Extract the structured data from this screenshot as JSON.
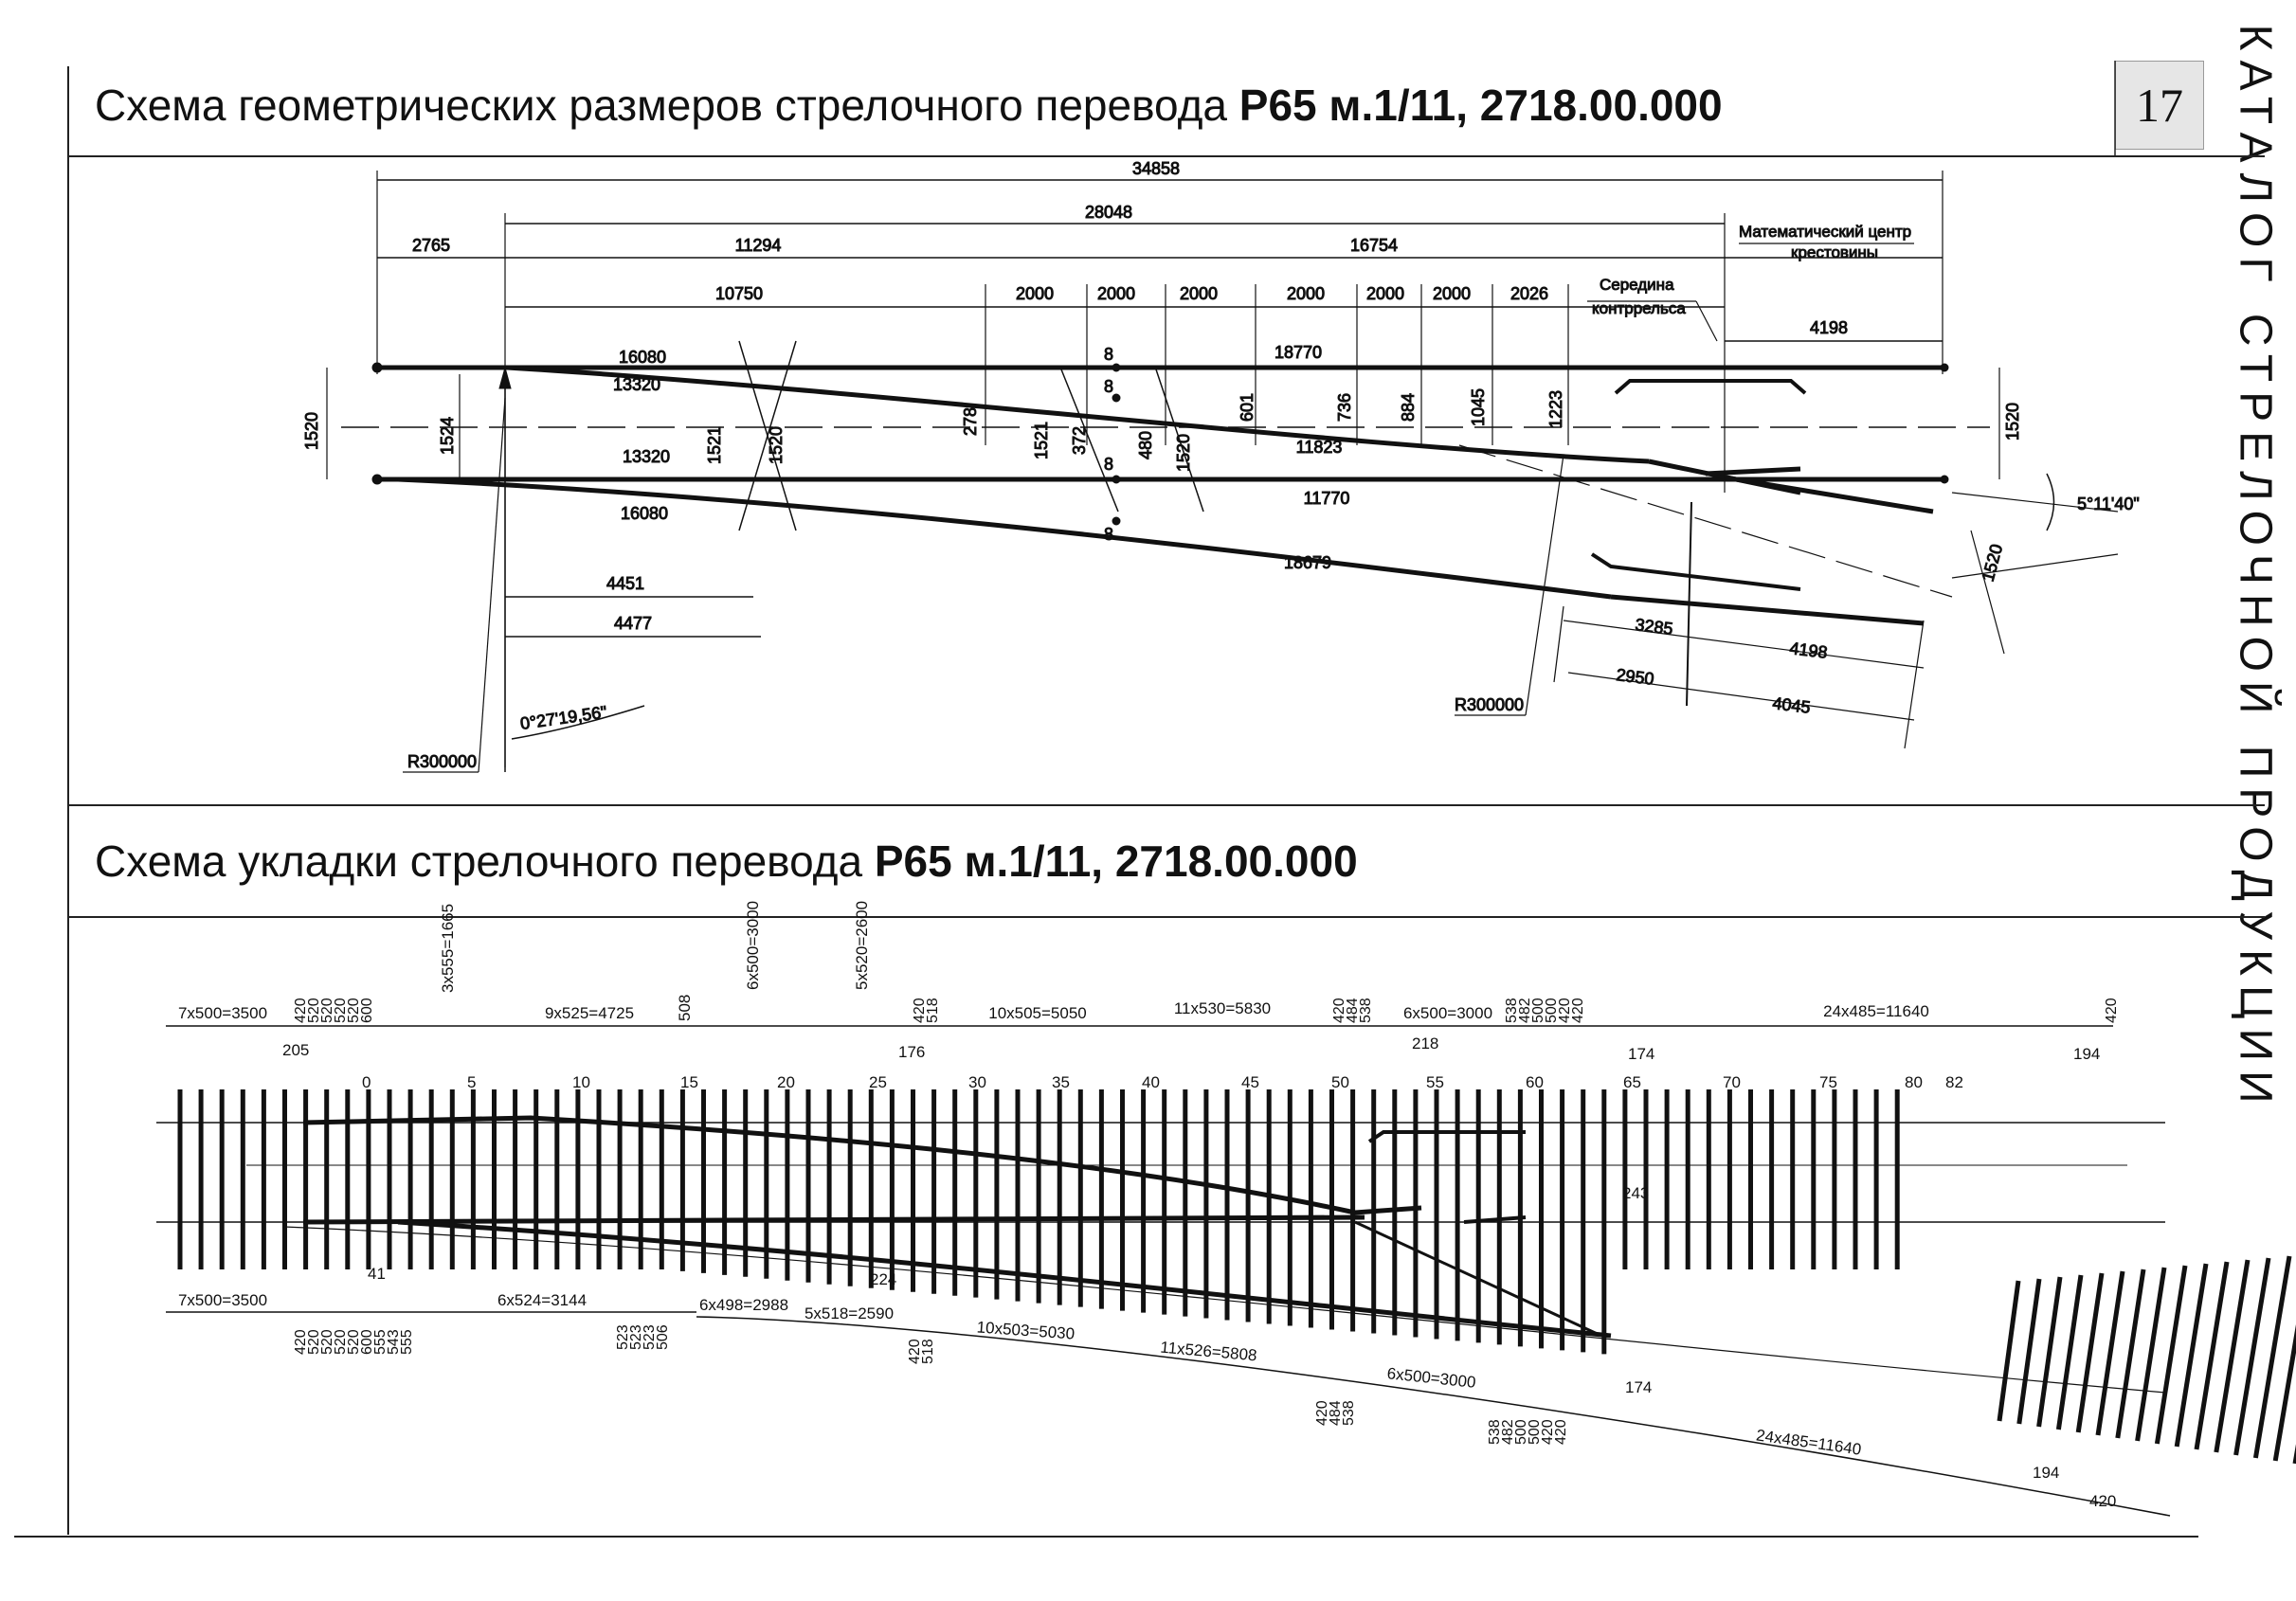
{
  "header": {
    "title_top_plain": "Схема геометрических размеров стрелочного перевода ",
    "title_top_bold": "Р65 м.1/11,  2718.00.000",
    "title_bottom_plain": "Схема укладки стрелочного перевода ",
    "title_bottom_bold": "Р65 м.1/11,  2718.00.000",
    "page_number": "17",
    "side_text": "КАТАЛОГ СТРЕЛОЧНОЙ ПРОДУКЦИИ"
  },
  "geometry": {
    "overall": "34858",
    "main": "28048",
    "front": "2765",
    "d11294": "11294",
    "d16754": "16754",
    "d10750": "10750",
    "steps": [
      "2000",
      "2000",
      "2000",
      "2000",
      "2000",
      "2000",
      "2026"
    ],
    "d4198_top": "4198",
    "d16080_top": "16080",
    "d13320_top": "13320",
    "d13320_mid": "13320",
    "d16080_bot": "16080",
    "d18770": "18770",
    "d11823": "11823",
    "d11770": "11770",
    "d18679": "18679",
    "eight": "8",
    "vert": [
      "278",
      "601",
      "736",
      "884",
      "1045",
      "1223"
    ],
    "gauge_1520_left": "1520",
    "gauge_1524": "1524",
    "gauge_1521_a": "1521",
    "gauge_1520_a": "1520",
    "gauge_1521_b": "1521",
    "d372": "372",
    "d480": "480",
    "gauge_1520_b": "1520",
    "gauge_1520_right": "1520",
    "gauge_1520_diag": "1520",
    "d4451": "4451",
    "d4477": "4477",
    "angle_small": "0°27'19,56\"",
    "r_left": "R300000",
    "r_right": "R300000",
    "angle_big": "5°11'40\"",
    "d3285": "3285",
    "d4198_bot": "4198",
    "d2950": "2950",
    "d4045": "4045",
    "label_math_center_1": "Математический центр",
    "label_math_center_2": "крестовины",
    "label_middle_1": "Середина",
    "label_middle_2": "контррельса"
  },
  "layout_scheme": {
    "top_spans": [
      "7x500=3500",
      "3x555=1665",
      "9x525=4725",
      "508",
      "6x500=3000",
      "5x520=2600",
      "10x505=5050",
      "11x530=5830",
      "6x500=3000",
      "24x485=11640"
    ],
    "top_small_a": [
      "420",
      "520",
      "520",
      "520",
      "520",
      "600"
    ],
    "top_small_b": [
      "420",
      "518"
    ],
    "top_small_c": [
      "420",
      "484",
      "538"
    ],
    "top_small_d": [
      "538",
      "482",
      "500",
      "500",
      "420",
      "420"
    ],
    "top_small_e": [
      "420"
    ],
    "offsets_top": [
      "205",
      "176",
      "218",
      "174",
      "194"
    ],
    "sleeper_numbers": [
      "0",
      "5",
      "10",
      "15",
      "20",
      "25",
      "30",
      "35",
      "40",
      "45",
      "50",
      "55",
      "60",
      "65",
      "70",
      "75",
      "80",
      "82"
    ],
    "mid_marks": [
      "41",
      "224",
      "243"
    ],
    "bottom_spans": [
      "7x500=3500",
      "6x524=3144",
      "6x498=2988",
      "5x518=2590",
      "10x503=5030",
      "11x526=5808",
      "6x500=3000",
      "24x485=11640"
    ],
    "bottom_small_a": [
      "420",
      "520",
      "520",
      "520",
      "520",
      "600",
      "555",
      "543",
      "555"
    ],
    "bottom_small_b": [
      "523",
      "523",
      "523",
      "506"
    ],
    "bottom_small_c": [
      "420",
      "518"
    ],
    "bottom_small_d": [
      "420",
      "484",
      "538"
    ],
    "bottom_small_e": [
      "538",
      "482",
      "500",
      "500",
      "420",
      "420"
    ],
    "bottom_offsets": [
      "174",
      "194",
      "420"
    ]
  }
}
